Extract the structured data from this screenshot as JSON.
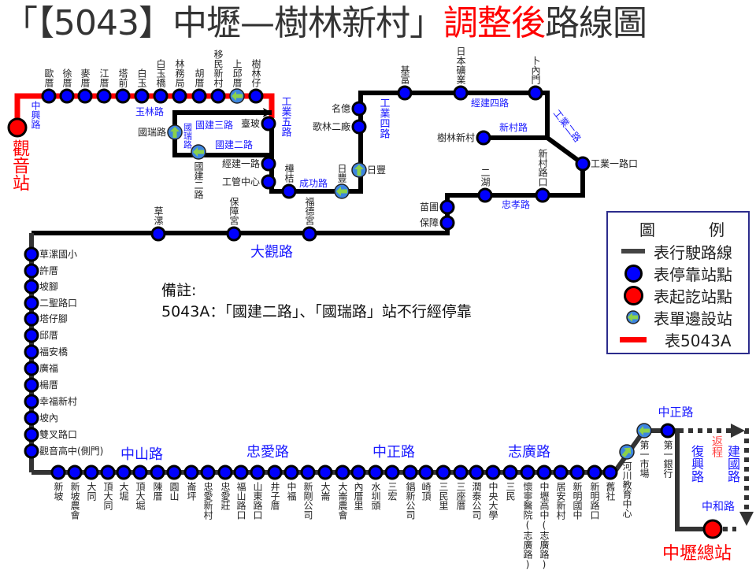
{
  "title": {
    "prefix": "「【5043】中壢—樹林新村」",
    "highlight": "調整後",
    "suffix": "路線圖"
  },
  "colors": {
    "route": "#000000",
    "route_5043A": "#ff0000",
    "stop": "#0000ff",
    "terminal": "#ff0000",
    "one_side": "#3d85e0",
    "road_label": "#1a1aff",
    "legend_border": "#2c2c8c"
  },
  "terminals": {
    "origin": "觀音站",
    "destination": "中壢總站"
  },
  "stations": [
    {
      "name": "歐厝",
      "type": "stop"
    },
    {
      "name": "徐厝",
      "type": "stop"
    },
    {
      "name": "麥厝",
      "type": "stop"
    },
    {
      "name": "江厝",
      "type": "stop"
    },
    {
      "name": "塔前",
      "type": "stop"
    },
    {
      "name": "白玉",
      "type": "stop"
    },
    {
      "name": "白玉橋",
      "type": "stop"
    },
    {
      "name": "林務局",
      "type": "stop"
    },
    {
      "name": "胡厝",
      "type": "stop"
    },
    {
      "name": "移民新村",
      "type": "stop"
    },
    {
      "name": "上邱厝",
      "type": "one-side"
    },
    {
      "name": "樹林仔",
      "type": "stop"
    },
    {
      "name": "臺玻",
      "type": "stop"
    },
    {
      "name": "國瑞路",
      "type": "one-side"
    },
    {
      "name": "國建二路",
      "type": "one-side"
    },
    {
      "name": "經建一路",
      "type": "stop"
    },
    {
      "name": "工管中心",
      "type": "stop"
    },
    {
      "name": "樺桔",
      "type": "stop"
    },
    {
      "name": "日豐",
      "type": "one-side"
    },
    {
      "name": "日豐",
      "type": "one-side"
    },
    {
      "name": "歌林二廠",
      "type": "stop"
    },
    {
      "name": "名億",
      "type": "stop"
    },
    {
      "name": "基富",
      "type": "stop"
    },
    {
      "name": "日本礦業",
      "type": "stop"
    },
    {
      "name": "卜內門",
      "type": "stop"
    },
    {
      "name": "樹林新村",
      "type": "stop"
    },
    {
      "name": "工業一路口",
      "type": "stop"
    },
    {
      "name": "新村路口",
      "type": "stop"
    },
    {
      "name": "二湖",
      "type": "stop"
    },
    {
      "name": "苗圃",
      "type": "stop"
    },
    {
      "name": "保障",
      "type": "stop"
    },
    {
      "name": "福德宮",
      "type": "stop"
    },
    {
      "name": "保障宮",
      "type": "stop"
    },
    {
      "name": "草漯",
      "type": "stop"
    },
    {
      "name": "草漯國小",
      "type": "stop"
    },
    {
      "name": "許厝",
      "type": "stop"
    },
    {
      "name": "坡腳",
      "type": "stop"
    },
    {
      "name": "二聖路口",
      "type": "stop"
    },
    {
      "name": "塔仔腳",
      "type": "stop"
    },
    {
      "name": "邱厝",
      "type": "stop"
    },
    {
      "name": "福安橋",
      "type": "stop"
    },
    {
      "name": "廣福",
      "type": "stop"
    },
    {
      "name": "楊厝",
      "type": "stop"
    },
    {
      "name": "幸福新村",
      "type": "stop"
    },
    {
      "name": "坡內",
      "type": "stop"
    },
    {
      "name": "雙叉路口",
      "type": "stop"
    },
    {
      "name": "觀音高中(側門)",
      "type": "stop"
    },
    {
      "name": "新坡",
      "type": "stop"
    },
    {
      "name": "新坡農會",
      "type": "stop"
    },
    {
      "name": "大同",
      "type": "stop"
    },
    {
      "name": "頂大同",
      "type": "stop"
    },
    {
      "name": "大堀",
      "type": "stop"
    },
    {
      "name": "頂大堀",
      "type": "stop"
    },
    {
      "name": "陳厝",
      "type": "stop"
    },
    {
      "name": "圓山",
      "type": "stop"
    },
    {
      "name": "崙坪",
      "type": "stop"
    },
    {
      "name": "忠愛新村",
      "type": "stop"
    },
    {
      "name": "忠愛莊",
      "type": "stop"
    },
    {
      "name": "福山路口",
      "type": "stop"
    },
    {
      "name": "山東路口",
      "type": "stop"
    },
    {
      "name": "井子厝",
      "type": "stop"
    },
    {
      "name": "中福",
      "type": "stop"
    },
    {
      "name": "新剛公司",
      "type": "stop"
    },
    {
      "name": "大崙",
      "type": "stop"
    },
    {
      "name": "大崙農會",
      "type": "stop"
    },
    {
      "name": "內厝里",
      "type": "stop"
    },
    {
      "name": "水圳頭",
      "type": "stop"
    },
    {
      "name": "三宏",
      "type": "stop"
    },
    {
      "name": "錩新公司",
      "type": "stop"
    },
    {
      "name": "崎頂",
      "type": "stop"
    },
    {
      "name": "三民里",
      "type": "stop"
    },
    {
      "name": "三座厝",
      "type": "stop"
    },
    {
      "name": "潤泰公司",
      "type": "stop"
    },
    {
      "name": "中央大學",
      "type": "stop"
    },
    {
      "name": "三民",
      "type": "stop"
    },
    {
      "name": "懷寧醫院(志廣路)",
      "type": "stop"
    },
    {
      "name": "中壢高中(志廣路)",
      "type": "stop"
    },
    {
      "name": "居安新村",
      "type": "stop"
    },
    {
      "name": "新明國中",
      "type": "stop"
    },
    {
      "name": "新明路口",
      "type": "stop"
    },
    {
      "name": "舊社",
      "type": "stop"
    },
    {
      "name": "河川教育中心",
      "type": "one-side"
    },
    {
      "name": "第一市場",
      "type": "one-side"
    },
    {
      "name": "第一銀行",
      "type": "stop"
    }
  ],
  "roads": [
    "中興路",
    "玉林路",
    "工業五路",
    "國瑞路",
    "國建三路",
    "國建二路",
    "成功路",
    "工業四路",
    "經建四路",
    "新村路",
    "工業二路",
    "忠孝路",
    "大觀路",
    "中山路",
    "忠愛路",
    "中正路",
    "志廣路",
    "中正路",
    "復興路",
    "建國路",
    "中和路"
  ],
  "return_label": "返程",
  "note": {
    "heading": "備註:",
    "text": "5043A：「國建二路」、「國瑞路」站不行經停靠"
  },
  "legend": {
    "title_left": "圖",
    "title_right": "例",
    "items": [
      "表行駛路線",
      "表停靠站點",
      "表起訖站點",
      "表單邊設站",
      "表5043A"
    ]
  }
}
